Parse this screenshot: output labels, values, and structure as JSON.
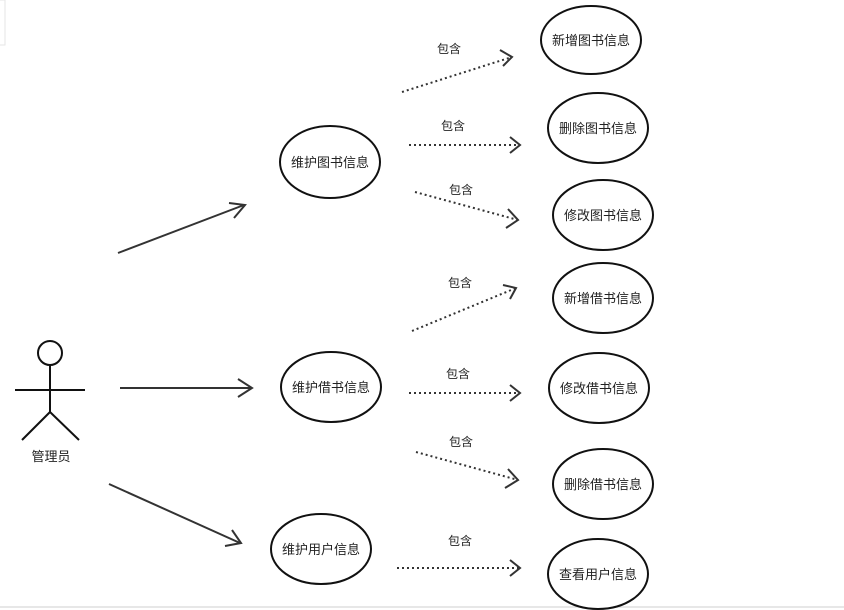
{
  "actor": {
    "label": "管理员"
  },
  "use_cases": {
    "maintain_book": "维护图书信息",
    "maintain_borrow": "维护借书信息",
    "maintain_user": "维护用户信息",
    "add_book": "新增图书信息",
    "delete_book": "删除图书信息",
    "modify_book": "修改图书信息",
    "add_borrow": "新增借书信息",
    "modify_borrow": "修改借书信息",
    "delete_borrow": "删除借书信息",
    "view_user": "查看用户信息"
  },
  "relations": {
    "include_label": "包含"
  }
}
